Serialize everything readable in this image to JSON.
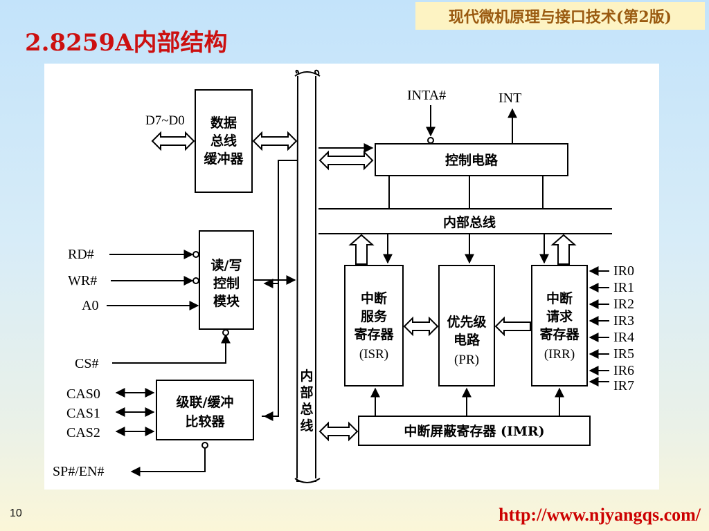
{
  "header": {
    "book_title": "现代微机原理与接口技术(第2版)",
    "slide_title": "2.8259A内部结构"
  },
  "diagram": {
    "blocks": {
      "data_buffer": [
        "数据",
        "总线",
        "缓冲器"
      ],
      "rw_control": [
        "读/写",
        "控制",
        "模块"
      ],
      "cascade": [
        "级联/缓冲",
        "比较器"
      ],
      "control_circuit": "控制电路",
      "isr": [
        "中断",
        "服务",
        "寄存器",
        "(ISR)"
      ],
      "pr": [
        "优先级",
        "电路",
        "(PR)"
      ],
      "irr": [
        "中断",
        "请求",
        "寄存器",
        "(IRR)"
      ],
      "imr": "中断屏蔽寄存器 (IMR)"
    },
    "bus_labels": {
      "horizontal": "内部总线",
      "vertical": [
        "内",
        "部",
        "总",
        "线"
      ]
    },
    "signals": {
      "data_bus": "D7~D0",
      "inta": "INTA#",
      "int": "INT",
      "rd": "RD#",
      "wr": "WR#",
      "a0": "A0",
      "cs": "CS#",
      "cas0": "CAS0",
      "cas1": "CAS1",
      "cas2": "CAS2",
      "sp_en": "SP#/EN#",
      "ir": [
        "IR0",
        "IR1",
        "IR2",
        "IR3",
        "IR4",
        "IR5",
        "IR6",
        "IR7"
      ]
    }
  },
  "footer": {
    "page_number": "10",
    "url": "http://www.njyangqs.com/"
  }
}
